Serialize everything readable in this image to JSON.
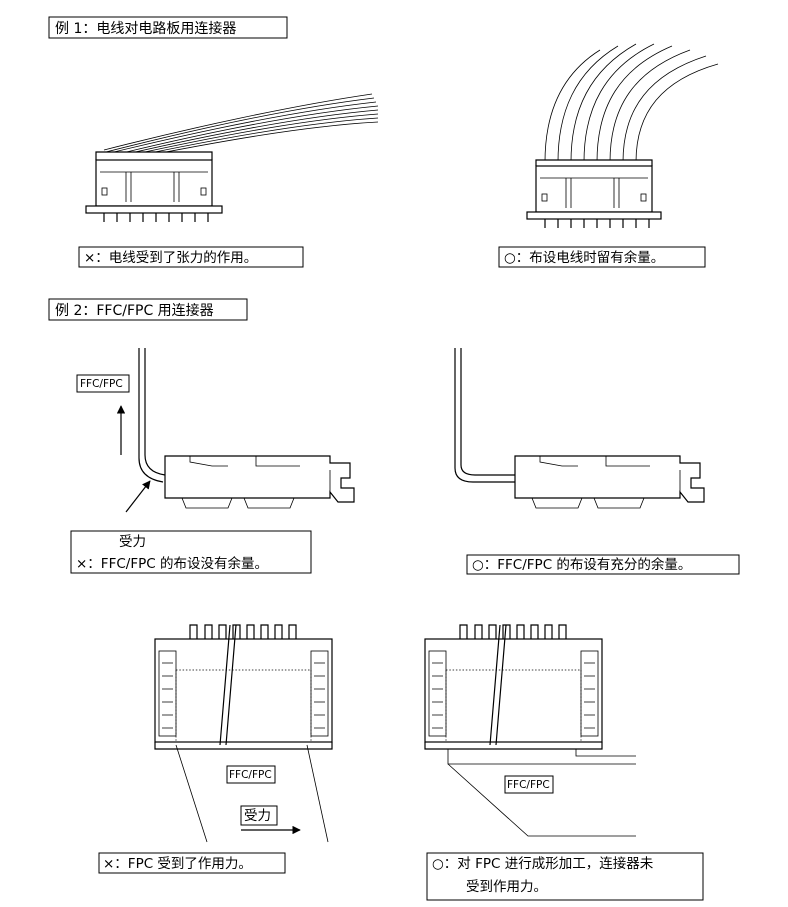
{
  "example1": {
    "heading": "例 1：电线对电路板用连接器",
    "bad_caption": "×：电线受到了张力的作用。",
    "good_caption": "○：布设电线时留有余量。"
  },
  "example2": {
    "heading": "例 2：FFC/FPC 用连接器",
    "ffc_tag": "FFC/FPC",
    "force_label": "受力",
    "bad_caption": "×：FFC/FPC 的布设没有余量。",
    "good_caption": "○：FFC/FPC 的布设有充分的余量。",
    "lower_left_tag": "FFC/FPC",
    "lower_left_force_label": "受力",
    "lower_left_caption": "×：FPC 受到了作用力。",
    "lower_right_tag": "FFC/FPC",
    "lower_right_caption_line1": "○：对 FPC 进行成形加工，连接器未",
    "lower_right_caption_line2": "受到作用力。"
  }
}
